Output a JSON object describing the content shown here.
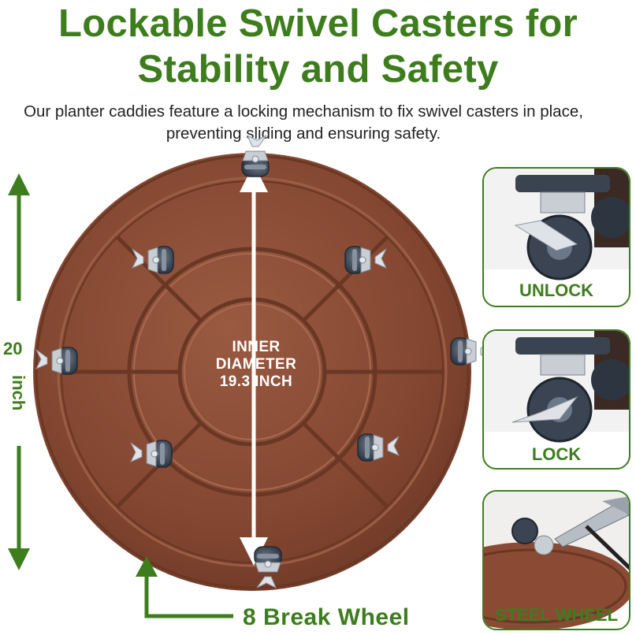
{
  "headline": {
    "line1": "Lockable Swivel Casters for",
    "line2": "Stability and Safety"
  },
  "subtitle": {
    "line1": "Our planter caddies feature a locking mechanism to fix swivel casters in place,",
    "line2": "preventing sliding and ensuring safety."
  },
  "dimension": {
    "value": "20",
    "unit": "inch"
  },
  "inner_diameter": {
    "line1": "INNER",
    "line2": "DIAMETER",
    "line3": "19.3 INCH"
  },
  "wheel_count_label": "8 Break Wheel",
  "panels": [
    {
      "label": "UNLOCK"
    },
    {
      "label": "LOCK"
    },
    {
      "label": "STEEL WHEEL"
    }
  ],
  "colors": {
    "brand_green": "#3e7d1e",
    "caddy_copper": "#8a4a33",
    "text_dark": "#222222"
  }
}
